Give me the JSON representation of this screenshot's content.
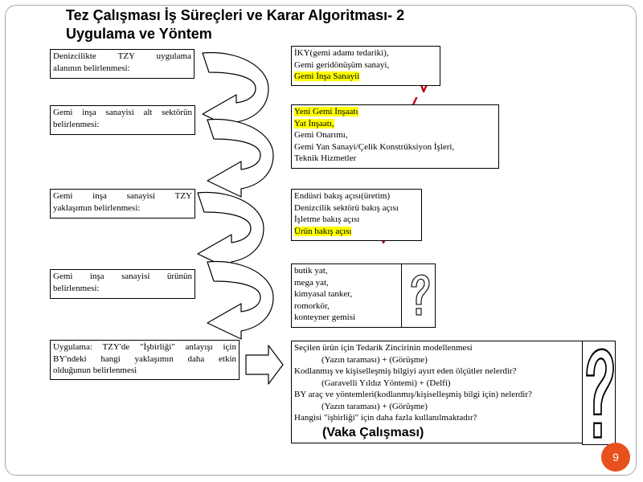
{
  "title": {
    "line1": "Tez Çalışması İş Süreçleri ve Karar Algoritması- 2",
    "line2": "Uygulama ve Yöntem"
  },
  "steps": [
    {
      "lines": [
        "Denizcilikte TZY uygulama",
        "alanının belirlenmesi:"
      ]
    },
    {
      "lines": [
        "Gemi inşa sanayisi alt sektörün",
        "belirlenmesi:"
      ]
    },
    {
      "lines": [
        "Gemi inşa sanayisi TZY",
        "yaklaşımın belirlenmesi:"
      ]
    },
    {
      "lines": [
        "Gemi inşa sanayisi ürünün",
        "belirlenmesi:"
      ]
    },
    {
      "lines": [
        "Uygulama: TZY'de \"İşbirliği\" anlayışı için",
        "BY'ndeki hangi yaklaşımın daha etkin",
        "olduğunun belirlenmesi"
      ]
    }
  ],
  "options": [
    {
      "lines": [
        "İKY(gemi adamı tedariki),",
        "Gemi geridönüşüm sanayi,",
        "Gemi İnşa Sanayii"
      ],
      "selected": 2
    },
    {
      "lines": [
        "Yeni Gemi İnşaatı",
        "Yat İnşaatı,",
        "Gemi Onarımı,",
        "Gemi Yan Sanayi/Çelik Konstrüksiyon İşleri,",
        "Teknik Hizmetler"
      ],
      "selected": [
        0,
        1
      ]
    },
    {
      "lines": [
        "Endüsri bakış açısı(üretim)",
        "Denizcilik sektörü bakış açısı",
        "İşletme bakış açısı",
        "Ürün bakış açısı"
      ],
      "selected": 3
    },
    {
      "lines": [
        "butik yat,",
        "mega yat,",
        "kimyasal tanker,",
        "romorkör,",
        "konteyner gemisi"
      ]
    },
    {
      "lines": [
        "Seçilen ürün için Tedarik Zincirinin modellenmesi",
        "(Yazın taraması) + (Görüşme)",
        "Kodlanmış ve kişiselleşmiş bilgiyi ayırt eden ölçütler nelerdir?",
        "(Garavelli Yıldız Yöntemi) + (Delfi)",
        "BY araç ve yöntemleri(kodlanmış/kişiselleşmiş bilgi için) nelerdir?",
        "(Yazın taraması) + (Görüşme)",
        "Hangisi \"işbirliği\" için daha fazla kullanılmaktadır?"
      ]
    }
  ],
  "caption": "(Vaka Çalışması)",
  "page_number": "9",
  "colors": {
    "highlight": "#ffff00",
    "check": "#c0001a",
    "page_badge": "#e8501e",
    "border": "#a9a9a9"
  },
  "icons": [
    "check-mark-icon",
    "question-mark-icon",
    "curved-arrow-icon",
    "right-arrow-icon"
  ]
}
